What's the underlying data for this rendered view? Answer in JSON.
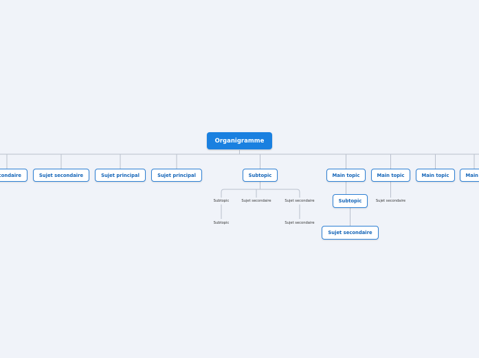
{
  "diagram": {
    "root": {
      "label": "Organigramme"
    },
    "main_topics": [
      {
        "label": "Sujet secondaire"
      },
      {
        "label": "Sujet secondaire"
      },
      {
        "label": "Sujet principal"
      },
      {
        "label": "Sujet principal"
      },
      {
        "label": "Subtopic"
      },
      {
        "label": "Main topic"
      },
      {
        "label": "Main topic"
      },
      {
        "label": "Main topic"
      },
      {
        "label": "Main topic"
      }
    ],
    "subtopic_children": [
      {
        "label": "Subtopic"
      },
      {
        "label": "Sujet secondaire"
      },
      {
        "label": "Sujet secondaire"
      }
    ],
    "subtopic_grandchildren": [
      {
        "label": "Subtopic"
      },
      {
        "label": "Sujet secondaire"
      }
    ],
    "main_topic_1_child": {
      "label": "Subtopic"
    },
    "main_topic_1_grandchild": {
      "label": "Sujet secondaire"
    },
    "main_topic_2_child": {
      "label": "Sujet secondaire"
    }
  },
  "colors": {
    "background": "#f0f3f9",
    "root_fill": "#1a80e0",
    "topic_border": "#2c7fd4",
    "topic_text": "#1465b8",
    "connector": "#b8bfcc"
  }
}
